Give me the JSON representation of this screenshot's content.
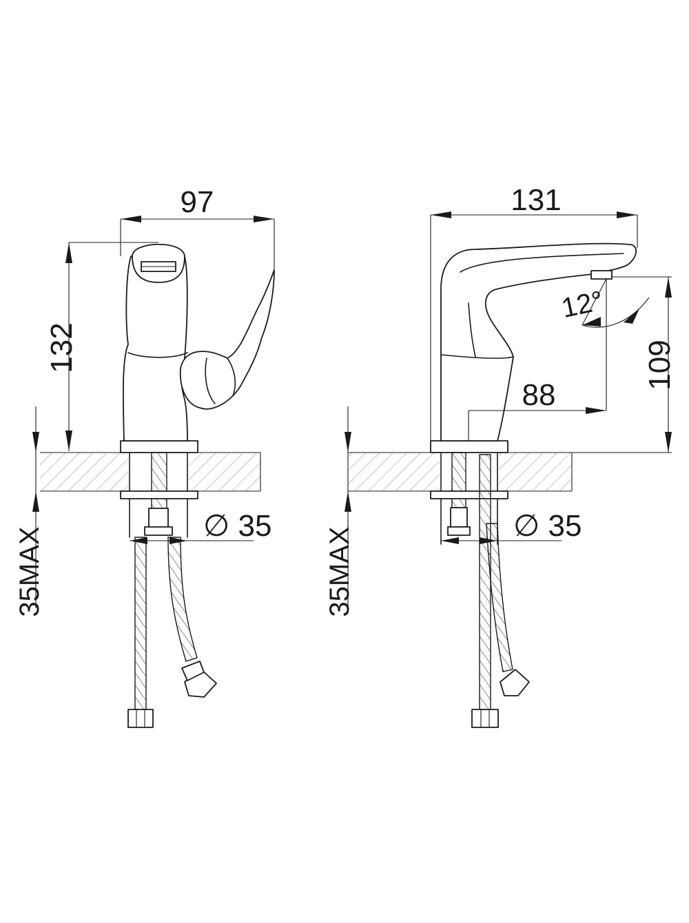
{
  "side_view": {
    "width_label": "97",
    "height_label": "132",
    "diameter_label": "∅ 35",
    "thickness_label": "35MAX"
  },
  "front_view": {
    "width_label": "131",
    "spout_height_label": "109",
    "spout_reach_label": "88",
    "angle_label": "12°",
    "diameter_label": "∅ 35",
    "thickness_label": "35MAX"
  },
  "colors": {
    "line": "#1a1a1a",
    "hatch": "#8a8a8a",
    "background": "#ffffff"
  }
}
